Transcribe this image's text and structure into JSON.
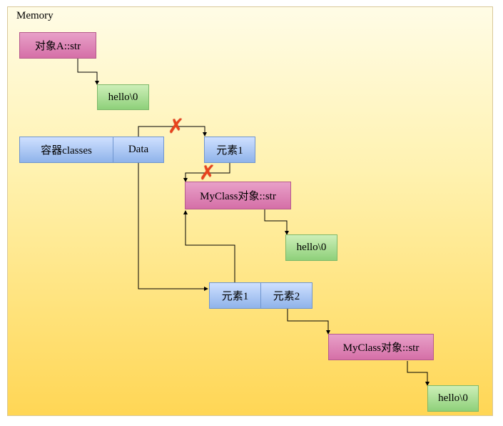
{
  "region": {
    "label": "Memory"
  },
  "nodes": {
    "obj_a_str": "对象A::str",
    "hello_1": "hello\\0",
    "container_name": "容器classes",
    "container_data": "Data",
    "elem1_old": "元素1",
    "myclass_str_1": "MyClass对象::str",
    "hello_2": "hello\\0",
    "elem1_new": "元素1",
    "elem2_new": "元素2",
    "myclass_str_2": "MyClass对象::str",
    "hello_3": "hello\\0"
  },
  "colors": {
    "pink": "#d56fa7",
    "green": "#8ed07a",
    "blue": "#8fb3ea",
    "invalid_mark": "#e8431c"
  },
  "marks": {
    "invalid_symbol": "✗"
  }
}
